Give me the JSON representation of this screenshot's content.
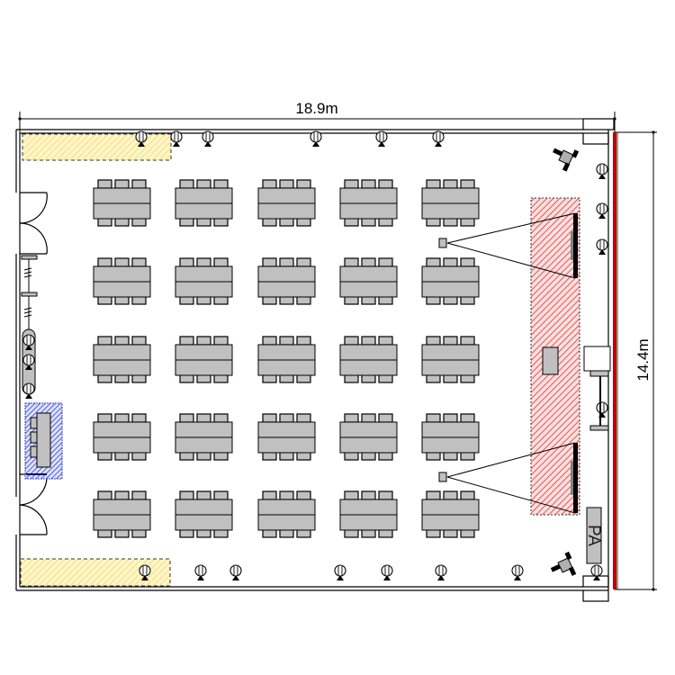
{
  "dimensions": {
    "width_label": "18.9m",
    "height_label": "14.4m"
  },
  "labels": {
    "pa": "PA"
  },
  "colors": {
    "table_fill": "#c0c0c0",
    "stage_hatch": "#e06060",
    "stage_bg": "#fde0e0",
    "storage_hatch": "#f0d870",
    "storage_bg": "#fff6c8",
    "reception_hatch": "#3040c0",
    "reception_bg": "#dde0ff",
    "wall_accent": "#c00000"
  },
  "seating": {
    "rows": 5,
    "columns": 5,
    "chairs_per_side": 3
  },
  "icons": {
    "mic": "microphone-stand-icon",
    "speaker": "speaker-icon",
    "projector": "projector-icon",
    "screen": "projection-screen-icon",
    "door": "door-icon"
  }
}
